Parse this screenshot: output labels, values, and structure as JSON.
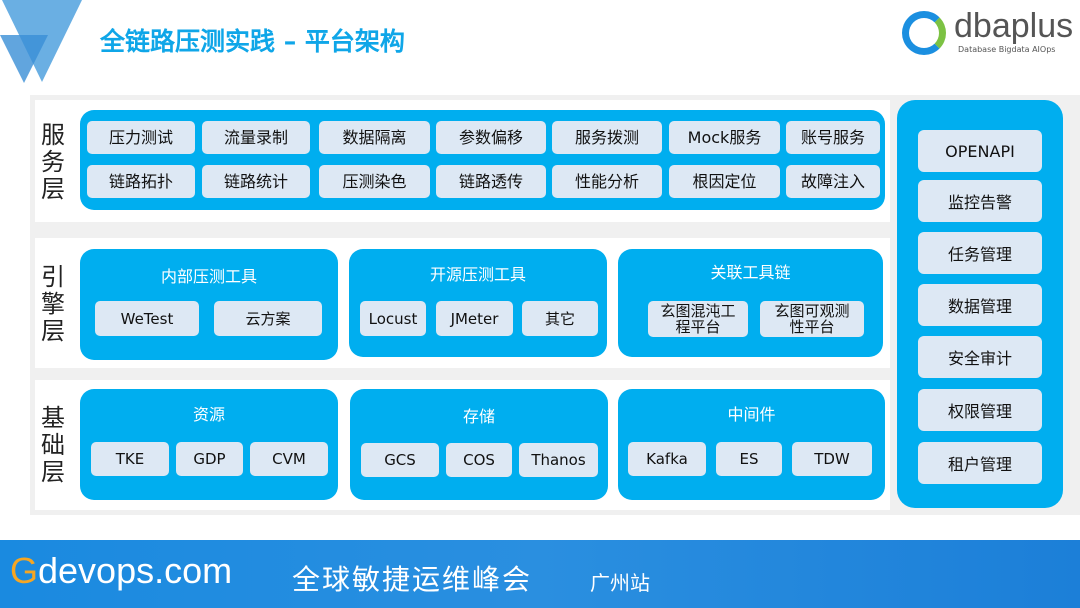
{
  "title": "全链路压测实践 – 平台架构",
  "logo": {
    "name": "dbaplus",
    "tagline": "Database Bigdata AIOps"
  },
  "service_layer": {
    "label": "服务层",
    "items": [
      [
        "压力测试",
        "流量录制",
        "数据隔离",
        "参数偏移",
        "服务拨测",
        "Mock服务",
        "账号服务"
      ],
      [
        "链路拓扑",
        "链路统计",
        "压测染色",
        "链路透传",
        "性能分析",
        "根因定位",
        "故障注入"
      ]
    ]
  },
  "engine_layer": {
    "label": "引擎层",
    "groups": [
      {
        "title": "内部压测工具",
        "items": [
          "WeTest",
          "云方案"
        ]
      },
      {
        "title": "开源压测工具",
        "items": [
          "Locust",
          "JMeter",
          "其它"
        ]
      },
      {
        "title": "关联工具链",
        "items": [
          "玄图混沌工程平台",
          "玄图可观测性平台"
        ]
      }
    ]
  },
  "base_layer": {
    "label": "基础层",
    "groups": [
      {
        "title": "资源",
        "items": [
          "TKE",
          "GDP",
          "CVM"
        ]
      },
      {
        "title": "存储",
        "items": [
          "GCS",
          "COS",
          "Thanos"
        ]
      },
      {
        "title": "中间件",
        "items": [
          "Kafka",
          "ES",
          "TDW"
        ]
      }
    ]
  },
  "right_column": [
    "OPENAPI",
    "监控告警",
    "任务管理",
    "数据管理",
    "安全审计",
    "权限管理",
    "租户管理"
  ],
  "footer": {
    "brand_g": "G",
    "brand": "devops.com",
    "event": "全球敏捷运维峰会",
    "city": "广州站"
  }
}
